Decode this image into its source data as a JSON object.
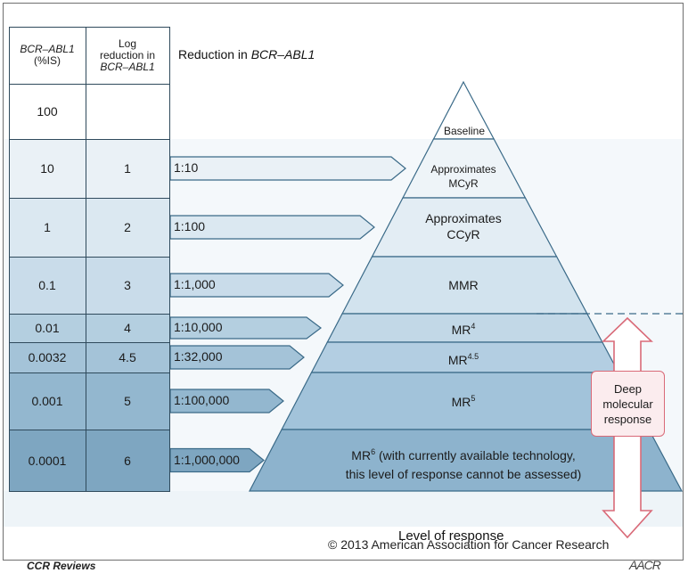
{
  "header": {
    "col1_italic": "BCR–ABL1",
    "col1_rest": "(%IS)",
    "col2_line1": "Log",
    "col2_line2": "reduction in",
    "col2_italic": "BCR–ABL1",
    "reduction_prefix": "Reduction in ",
    "reduction_italic": "BCR–ABL1"
  },
  "rows": [
    {
      "pct": "100",
      "log": "",
      "ratio": ""
    },
    {
      "pct": "10",
      "log": "1",
      "ratio": "1:10"
    },
    {
      "pct": "1",
      "log": "2",
      "ratio": "1:100"
    },
    {
      "pct": "0.1",
      "log": "3",
      "ratio": "1:1,000"
    },
    {
      "pct": "0.01",
      "log": "4",
      "ratio": "1:10,000"
    },
    {
      "pct": "0.0032",
      "log": "4.5",
      "ratio": "1:32,000"
    },
    {
      "pct": "0.001",
      "log": "5",
      "ratio": "1:100,000"
    },
    {
      "pct": "0.0001",
      "log": "6",
      "ratio": "1:1,000,000"
    }
  ],
  "pyramid": {
    "baseline": "Baseline",
    "mcyr_1": "Approximates",
    "mcyr_2": "MCyR",
    "ccyr_1": "Approximates",
    "ccyr_2": "CCyR",
    "mmr": "MMR",
    "mr4_base": "MR",
    "mr4_sup": "4",
    "mr45_base": "MR",
    "mr45_sup": "4.5",
    "mr5_base": "MR",
    "mr5_sup": "5",
    "mr6_base": "MR",
    "mr6_sup": "6",
    "mr6_rest": " (with currently available technology,",
    "mr6_line2": "this level of response cannot be assessed)"
  },
  "deep_response": {
    "line1": "Deep",
    "line2": "molecular",
    "line3": "response"
  },
  "level_of_response": "Level of response",
  "copyright": "© 2013 American Association for Cancer Research",
  "footer_left": "CCR Reviews",
  "footer_right": "AACR",
  "colors": {
    "frame": "#6f6f6f",
    "band_light": "#eaf1f6",
    "band_dark": "#7ea6c1",
    "table_line": "#2f4a5c",
    "arrow_border": "#3a6a88",
    "deep_arrow": "#d96a78",
    "dashed": "#3a6a88"
  }
}
